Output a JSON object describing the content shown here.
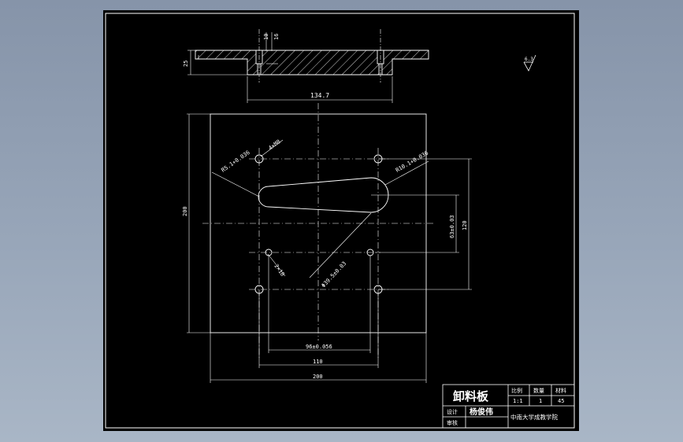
{
  "colors": {
    "background_outer": "#8f9db1",
    "canvas": "#000000",
    "line": "#ffffff",
    "centerline": "#ffffff"
  },
  "dimensions": {
    "section_height": "25",
    "section_top_1": "10",
    "section_top_2": "16",
    "section_width": "134.7",
    "overall_height": "200",
    "overall_width": "200",
    "inner_width": "110",
    "hole_spacing": "96±0.056",
    "right_spacing": "120",
    "right_spacing_tol": "63±0.03",
    "label_4xm8": "4×M8",
    "label_r5": "R5.1+0.036",
    "label_r10": "R10.1+0.036",
    "label_2x10": "2×10",
    "label_phi": "Φ39.5±0.03"
  },
  "surface_finish": "6.3",
  "title_block": {
    "part_name": "卸料板",
    "header_scale": "比例",
    "header_qty": "数量",
    "header_material": "材料",
    "scale": "1:1",
    "qty": "1",
    "material": "45",
    "designer_label": "设计",
    "designer_name": "杨俊伟",
    "reviewer_label": "审核",
    "school": "中南大学成教学院"
  }
}
